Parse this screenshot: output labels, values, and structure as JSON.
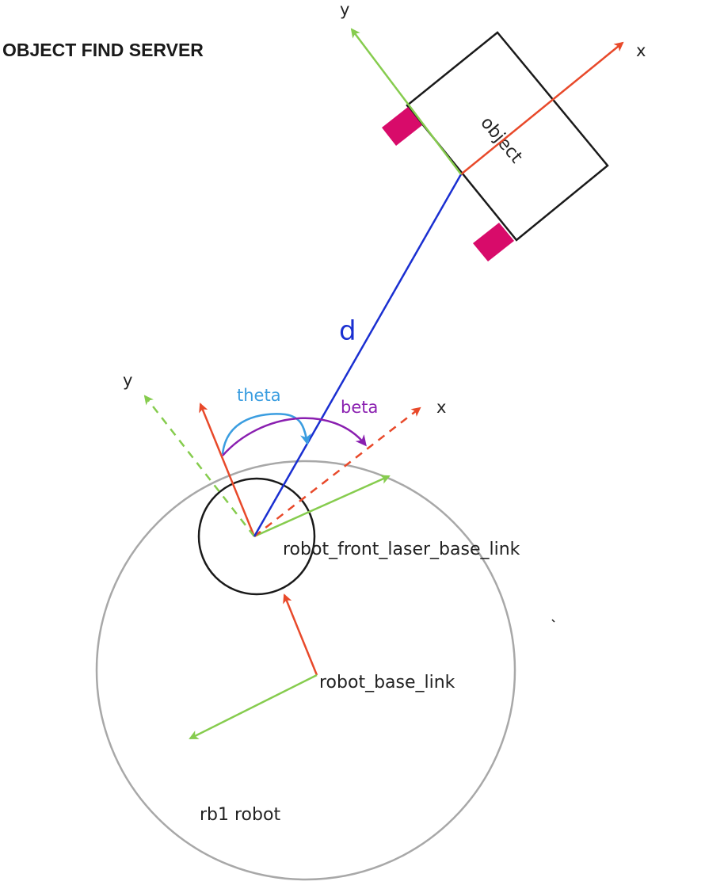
{
  "title": "OBJECT FIND SERVER",
  "object": {
    "label": "object",
    "x_axis": "x",
    "y_axis": "y"
  },
  "laser": {
    "label": "robot_front_laser_base_link",
    "x_axis": "x",
    "y_axis": "y"
  },
  "base": {
    "label": "robot_base_link"
  },
  "robot": {
    "label": "rb1 robot"
  },
  "distance": {
    "label": "d"
  },
  "angles": {
    "theta": "theta",
    "beta": "beta"
  },
  "colors": {
    "x_axis": "#e8492a",
    "y_axis": "#86cc4e",
    "distance": "#1a2fd1",
    "theta": "#3a9de0",
    "beta": "#8a1fb0",
    "marker": "#d80b6a",
    "outline": "#1a1a1a",
    "robot_outline": "#a8a8a8"
  }
}
